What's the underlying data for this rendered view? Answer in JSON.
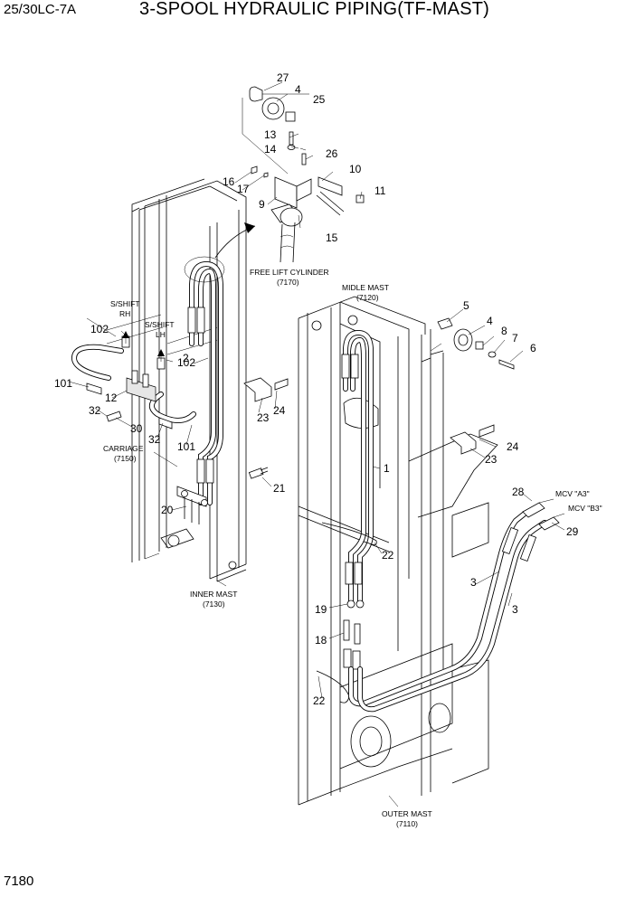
{
  "header": {
    "model": "25/30LC-7A",
    "title": "3-SPOOL HYDRAULIC PIPING(TF-MAST)"
  },
  "page_number": "7180",
  "assemblies": {
    "free_lift_cylinder": {
      "name": "FREE LIFT CYLINDER",
      "code": "(7170)"
    },
    "midle_mast": {
      "name": "MIDLE MAST",
      "code": "(7120)"
    },
    "carriage": {
      "name": "CARRIAGE",
      "code": "(7150)"
    },
    "inner_mast": {
      "name": "INNER MAST",
      "code": "(7130)"
    },
    "outer_mast": {
      "name": "OUTER MAST",
      "code": "(7110)"
    }
  },
  "ports": {
    "sshift_rh": [
      "S/SHIFT",
      "RH"
    ],
    "sshift_lh": [
      "S/SHIFT",
      "LH"
    ],
    "mcv_a3": "MCV \"A3\"",
    "mcv_b3": "MCV \"B3\""
  },
  "callouts": {
    "c27": "27",
    "c4a": "4",
    "c25": "25",
    "c13": "13",
    "c14": "14",
    "c26": "26",
    "c10": "10",
    "c16": "16",
    "c17": "17",
    "c11": "11",
    "c9": "9",
    "c15": "15",
    "c5": "5",
    "c4b": "4",
    "c8": "8",
    "c7": "7",
    "c6": "6",
    "c102a": "102",
    "c102b": "102",
    "c101a": "101",
    "c2": "2",
    "c12": "12",
    "c32a": "32",
    "c30": "30",
    "c32b": "32",
    "c101b": "101",
    "c23a": "23",
    "c24a": "24",
    "c24b": "24",
    "c23b": "23",
    "c1": "1",
    "c21": "21",
    "c20": "20",
    "c28": "28",
    "c29": "29",
    "c22a": "22",
    "c3a": "3",
    "c3b": "3",
    "c19": "19",
    "c18": "18",
    "c22b": "22"
  }
}
